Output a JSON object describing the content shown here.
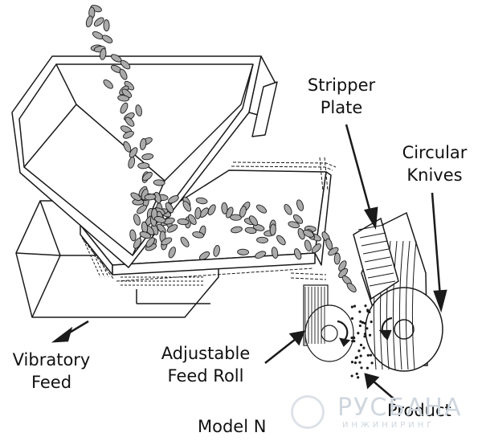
{
  "labels": {
    "stripper_plate": [
      "Stripper",
      "Plate"
    ],
    "circular_knives": [
      "Circular",
      "Knives"
    ],
    "vibratory_feed": [
      "Vibratory",
      "Feed"
    ],
    "adjustable_feed_roll": [
      "Adjustable",
      "Feed Roll"
    ],
    "product": "Product",
    "model": "Model N"
  },
  "watermark": {
    "brand": "РУСБАНА",
    "sub": "ИНЖИНИРИНГ"
  },
  "colors": {
    "line": "#1a1a1a",
    "bean_fill": "#aaaaaa",
    "watermark": "#cfd6de"
  }
}
